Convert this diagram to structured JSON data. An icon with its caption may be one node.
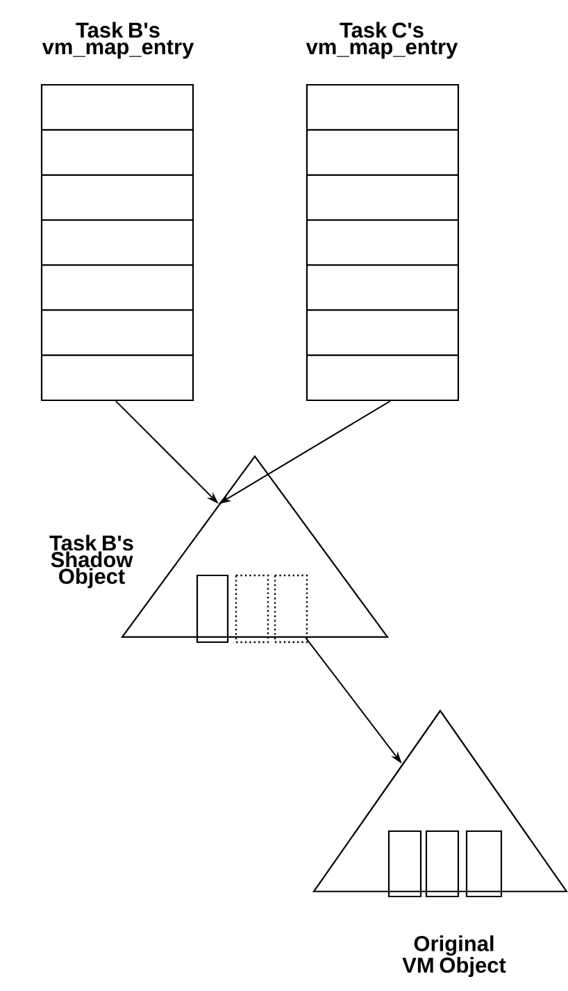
{
  "diagram": {
    "nodes": [
      {
        "text": [
          "Task B's vm_map_entry"
        ]
      },
      {
        "text": [
          "Task C's vm_map_entry"
        ]
      },
      {
        "text": [
          "Task B's Shadow Object"
        ]
      },
      {
        "text": [
          "Original VM Object"
        ]
      }
    ],
    "edges": [
      {
        "from": 0,
        "to": 2,
        "arrow": "to"
      },
      {
        "from": 1,
        "to": 2,
        "arrow": "to"
      },
      {
        "from": 2,
        "to": 3,
        "arrow": "to"
      }
    ]
  }
}
